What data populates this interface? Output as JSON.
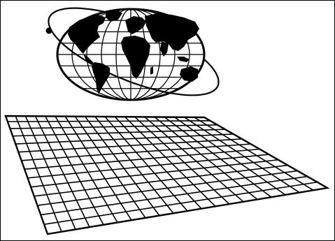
{
  "illustration": {
    "subject": "globe-with-orbit-over-grid",
    "colors": {
      "ink": "#000000",
      "paper": "#ffffff"
    },
    "globe": {
      "projection": "oval-world-map",
      "meridian_count": 10,
      "parallel_count": 8
    },
    "orbit": {
      "has_satellite_dot": true
    },
    "grid": {
      "rows": 14,
      "columns": 20,
      "perspective": "receding-plane"
    }
  }
}
